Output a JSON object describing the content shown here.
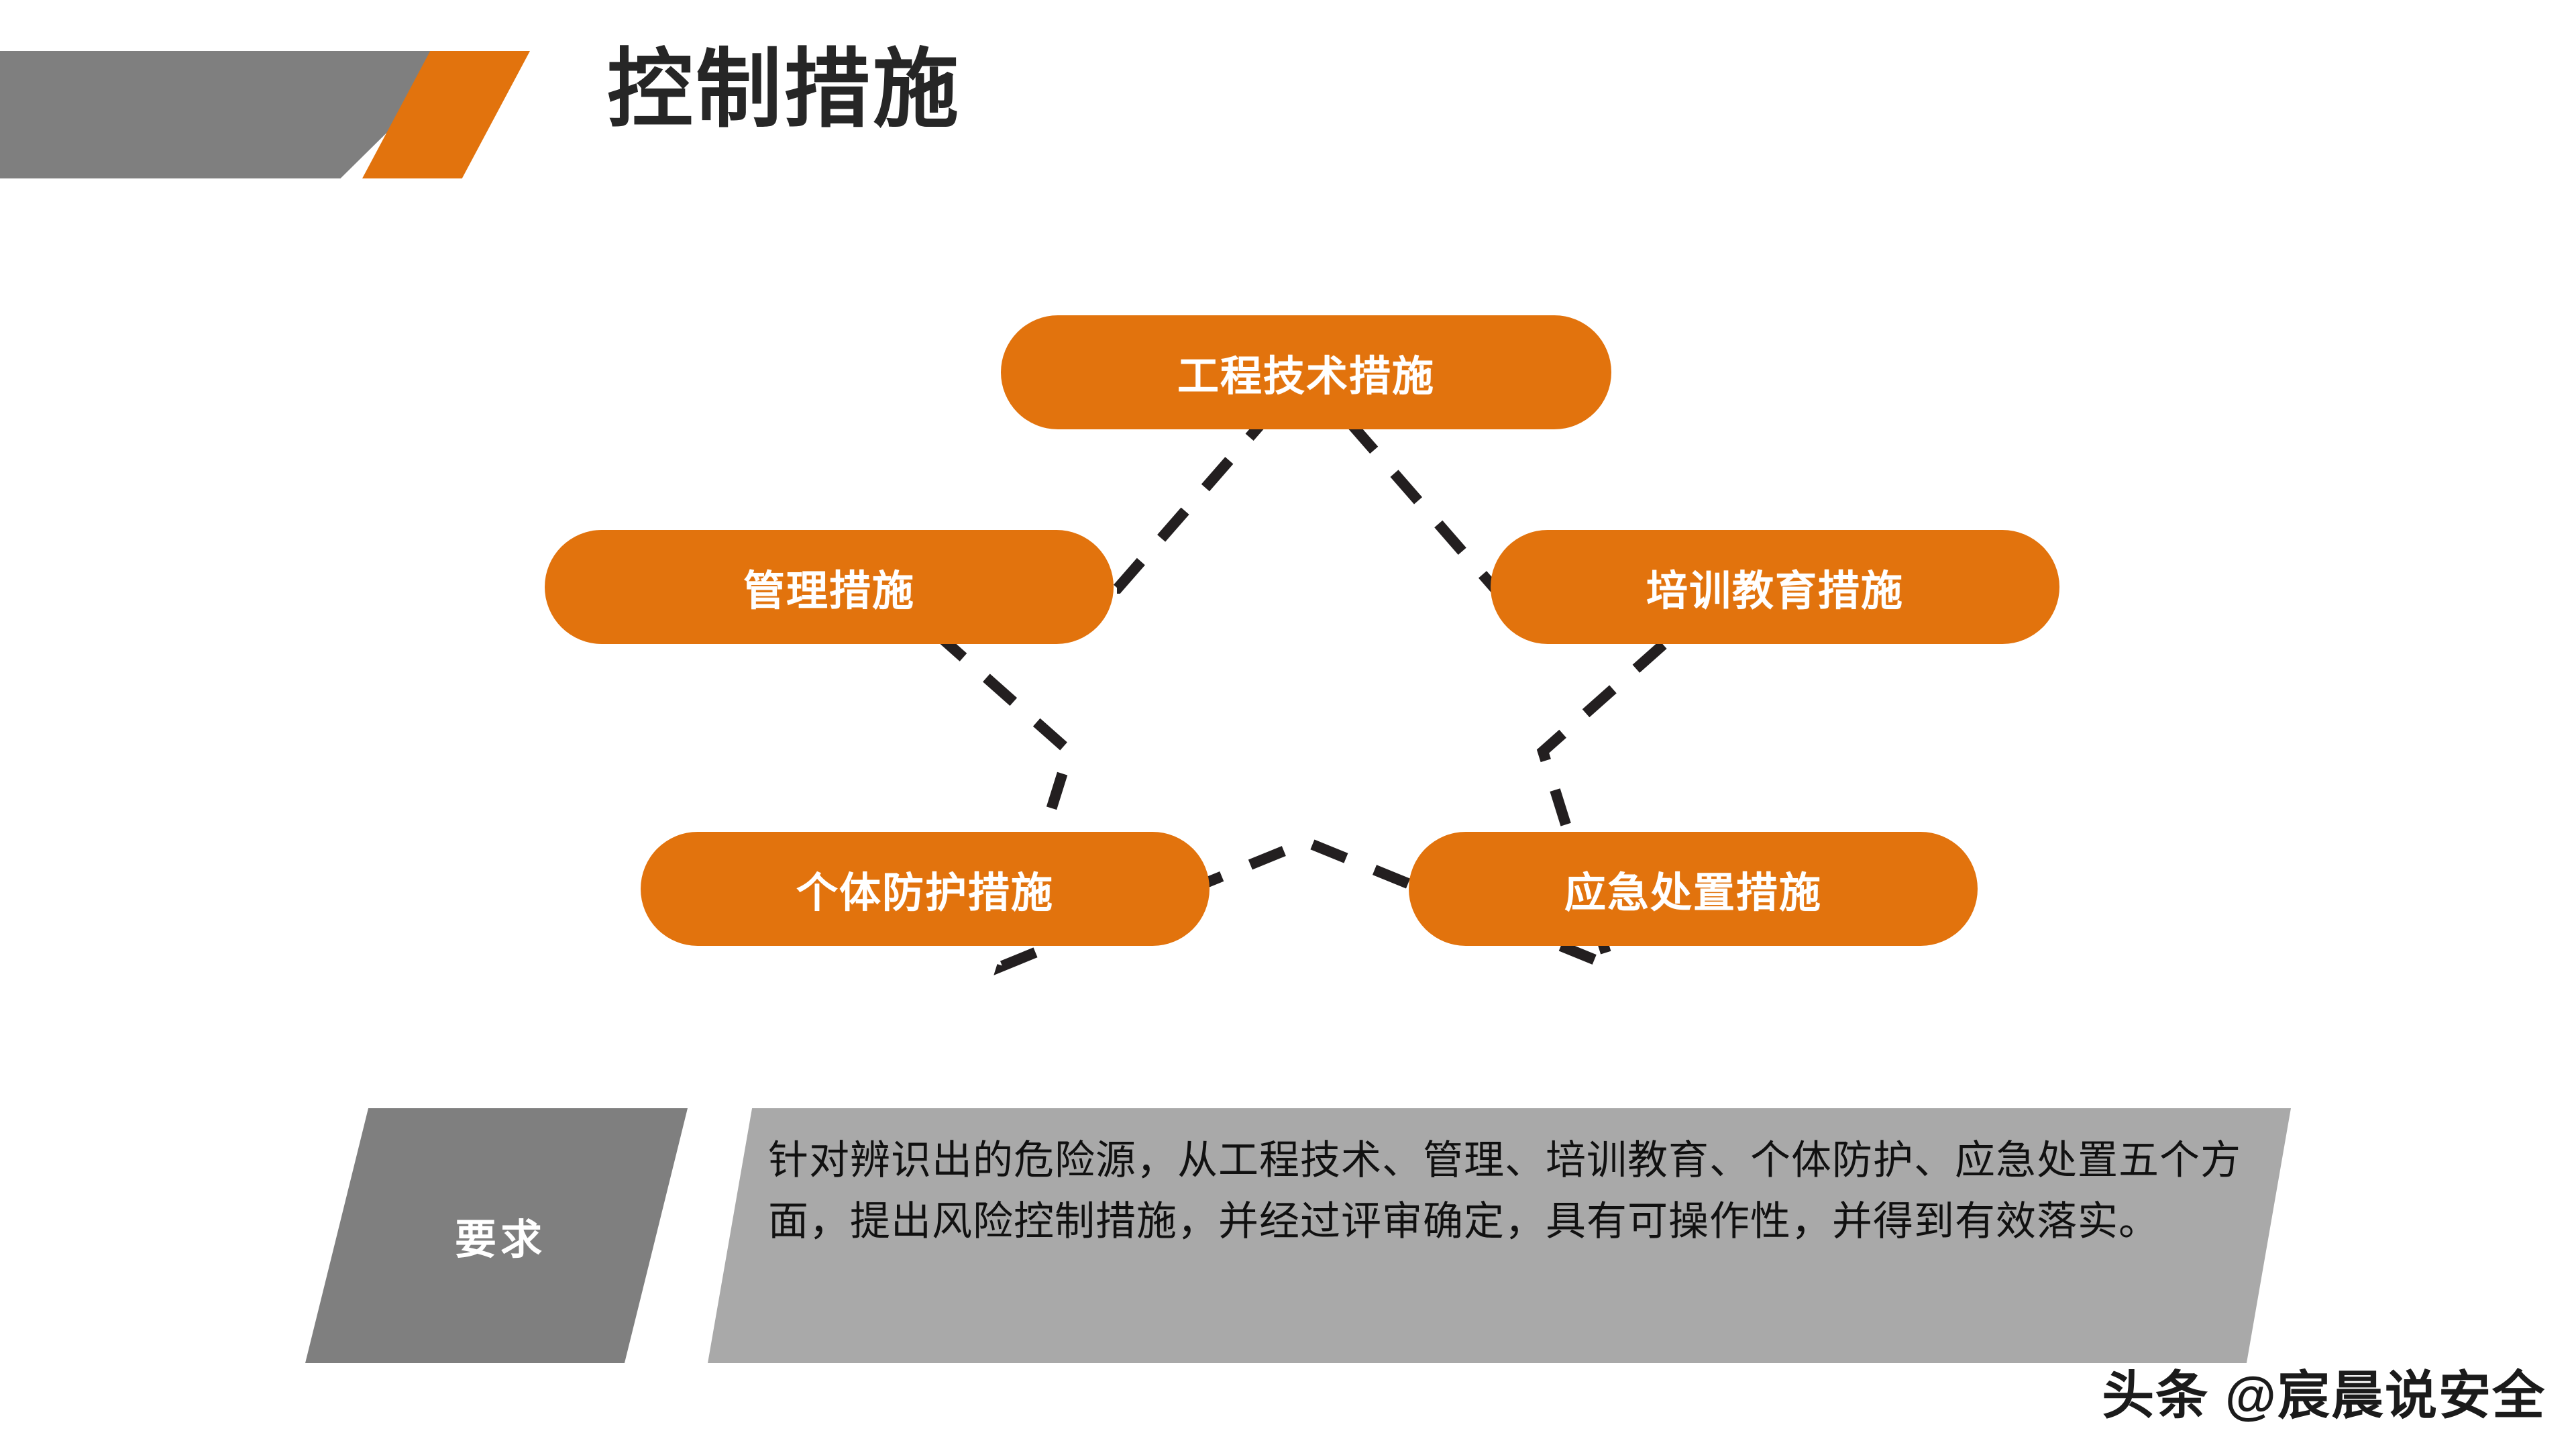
{
  "header": {
    "title": "控制措施"
  },
  "colors": {
    "orange": "#E2730D",
    "gray_dark": "#7F7F7F",
    "gray_light": "#A9A9A9",
    "title_text": "#262626",
    "pill_text": "#FFFFFF",
    "dash_line": "#231F20"
  },
  "diagram": {
    "shape": "five-pointed-star",
    "nodes": [
      {
        "id": "top",
        "label": "工程技术措施"
      },
      {
        "id": "left",
        "label": "管理措施"
      },
      {
        "id": "right",
        "label": "培训教育措施"
      },
      {
        "id": "botleft",
        "label": "个体防护措施"
      },
      {
        "id": "botright",
        "label": "应急处置措施"
      }
    ]
  },
  "requirement": {
    "label": "要求",
    "text": "针对辨识出的危险源，从工程技术、管理、培训教育、个体防护、应急处置五个方面，提出风险控制措施，并经过评审确定，具有可操作性，并得到有效落实。"
  },
  "watermark": {
    "text": "头条 @宸晨说安全"
  }
}
